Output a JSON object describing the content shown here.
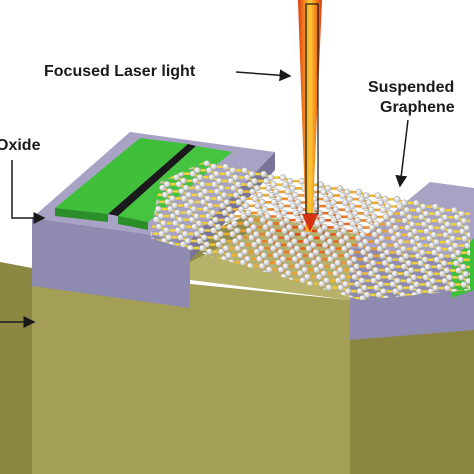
{
  "labels": {
    "laser": "Focused Laser light",
    "suspended_line1": "Suspended",
    "suspended_line2": "Graphene",
    "oxide": "Oxide"
  },
  "colors": {
    "oxide_top": "#a8a3c4",
    "oxide_front": "#8f8ab0",
    "oxide_side": "#7a7598",
    "substrate_top": "#b9b56e",
    "substrate_front": "#a7a35a",
    "substrate_side": "#8f8b45",
    "trench_floor": "#b7b26a",
    "electrode_top": "#3fbf3a",
    "electrode_side": "#2a8f28",
    "laser_core": "#ffcc00",
    "laser_edge": "#e03a10",
    "bond_cool": "#f2d23a",
    "bond_hot": "#e23a14",
    "atom": "#f2f2f2"
  }
}
